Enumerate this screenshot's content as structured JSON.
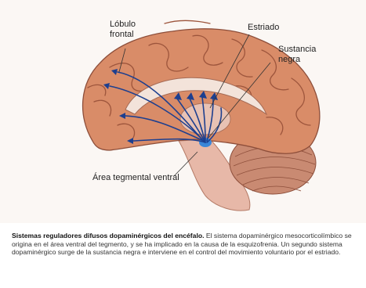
{
  "figure": {
    "labels": {
      "lobulo_frontal_line1": "Lóbulo",
      "lobulo_frontal_line2": "frontal",
      "estriado": "Estriado",
      "sustancia_negra_line1": "Sustancia",
      "sustancia_negra_line2": "negra",
      "area_tegmental": "Área tegmental ventral"
    },
    "colors": {
      "background": "#fbf7f4",
      "brain": "#d98c68",
      "brain_shadow": "#b45c3a",
      "cerebellum": "#c98a72",
      "pathway": "#1d3f8f",
      "dopamine_nuclei": "#3a86d8"
    }
  },
  "caption": {
    "title": "Sistemas reguladores difusos dopaminérgicos del encéfalo.",
    "body": " El sistema dopaminérgico mesocorticolímbico se origina en el área ventral del tegmento, y se ha implicado en la causa de la esquizofrenia. Un segundo sistema dopaminérgico surge de la sustancia negra e interviene en el control del movimiento voluntario por el estriado."
  }
}
